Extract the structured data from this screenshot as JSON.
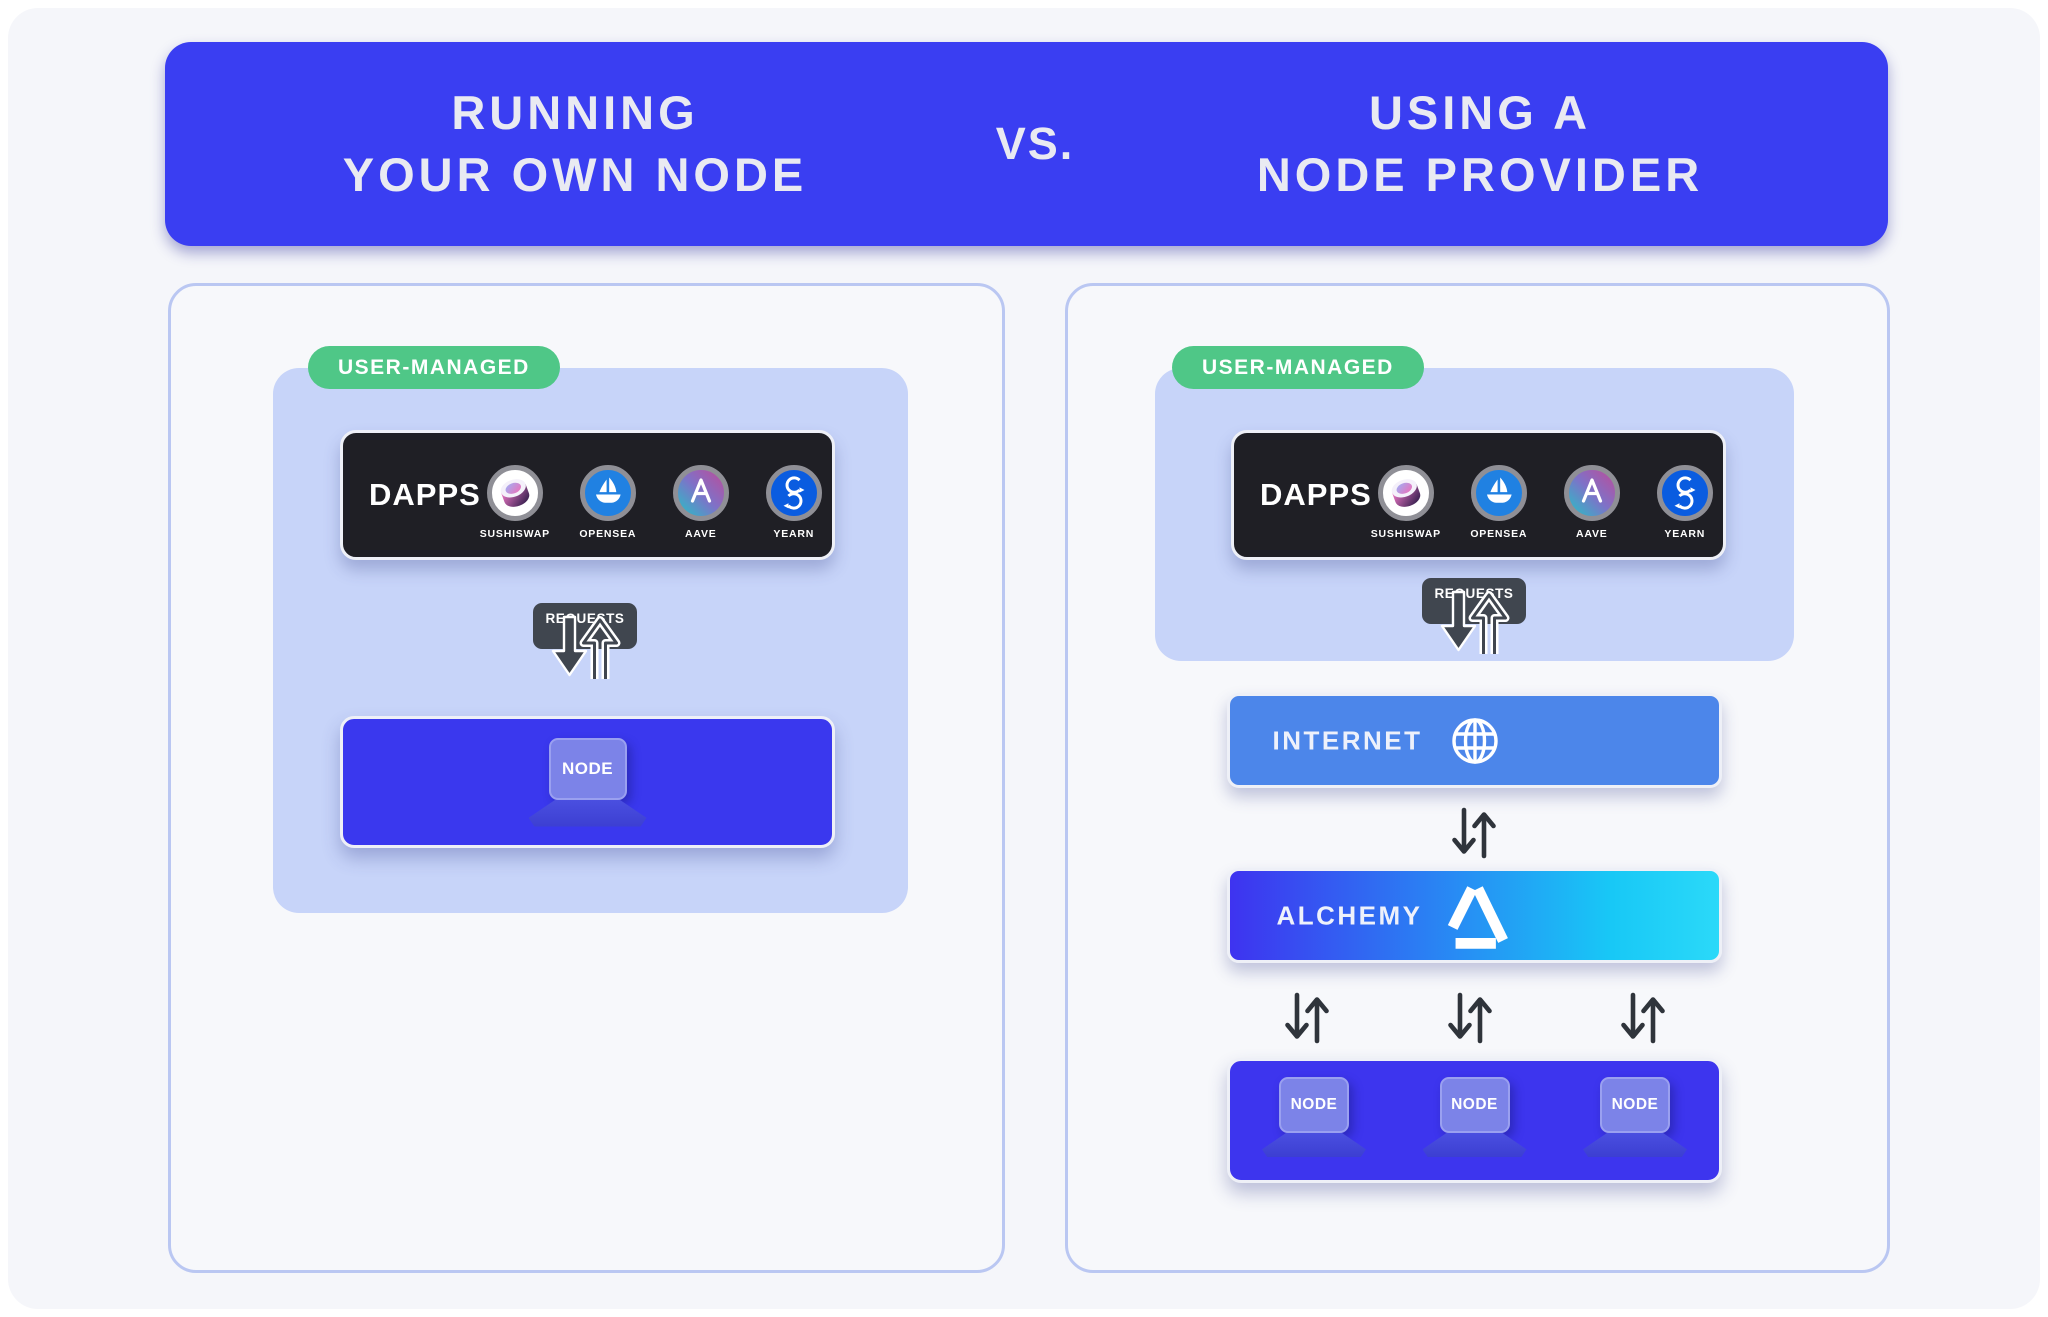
{
  "header": {
    "left_line1": "RUNNING",
    "left_line2": "YOUR OWN NODE",
    "vs": "VS.",
    "right_line1": "USING A",
    "right_line2": "NODE PROVIDER"
  },
  "labels": {
    "user_managed": "USER-MANAGED",
    "requests": "REQUESTS",
    "node": "NODE",
    "internet": "INTERNET",
    "alchemy": "ALCHEMY"
  },
  "dapps": {
    "label": "DAPPS",
    "items": [
      {
        "name": "SUSHISWAP",
        "icon": "sushiswap-icon"
      },
      {
        "name": "OPENSEA",
        "icon": "opensea-icon"
      },
      {
        "name": "AAVE",
        "icon": "aave-icon"
      },
      {
        "name": "YEARN",
        "icon": "yearn-icon"
      }
    ]
  },
  "colors": {
    "header_blue": "#3a3ef2",
    "panel_border": "#bac7f2",
    "managed_bg": "#c7d4f9",
    "badge_green": "#4fc787",
    "dapps_dark": "#1f1f25",
    "requests_gray": "#40464f",
    "node_blue": "#3a38ee",
    "internet_blue": "#4c86ea",
    "alchemy_gradient_start": "#3e33f0",
    "alchemy_gradient_end": "#2bd9f9",
    "opensea_blue": "#2081e2",
    "yearn_blue": "#0a5ce0",
    "aave_gradient": "#2ebac6 → #b6509e",
    "arrow_dark": "#2f343b",
    "page_bg": "#f5f6fa"
  }
}
